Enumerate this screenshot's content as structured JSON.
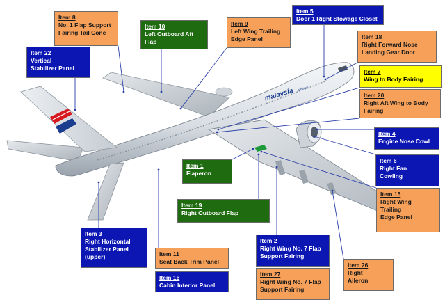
{
  "airline_logo": {
    "text": "malaysia",
    "subtitle": "airlines"
  },
  "colors": {
    "blue": "#0b16b3",
    "green": "#1e6b10",
    "orange": "#f6a05a",
    "yellow": "#ffff00",
    "leader": "#2a3fa8"
  },
  "items": [
    {
      "id": "Item 8",
      "desc": "No. 1 Flap Support\nFairing  Tail Cone",
      "color": "orange"
    },
    {
      "id": "Item 10",
      "desc": "Left Outboard Aft\nFlap",
      "color": "green"
    },
    {
      "id": "Item 9",
      "desc": "Left Wing  Trailing\nEdge Panel",
      "color": "orange"
    },
    {
      "id": "Item 5",
      "desc": "Door 1 Right Stowage Closet",
      "color": "blue"
    },
    {
      "id": "Item 22",
      "desc": "Vertical\nStabilizer Panel",
      "color": "blue"
    },
    {
      "id": "Item 18",
      "desc": "Right Forward Nose\nLanding Gear Door",
      "color": "orange"
    },
    {
      "id": "Item 7",
      "desc": "Wing to Body Fairing",
      "color": "yellow"
    },
    {
      "id": "Item 20",
      "desc": "Right Aft Wing to Body\nFairing",
      "color": "orange"
    },
    {
      "id": "Item 4",
      "desc": "Engine Nose Cowl",
      "color": "blue"
    },
    {
      "id": "Item 1",
      "desc": "Flaperon",
      "color": "green"
    },
    {
      "id": "Item 6",
      "desc": "Right Fan\nCowling",
      "color": "blue"
    },
    {
      "id": "Item 15",
      "desc": "Right Wing\nTrailing\nEdge Panel",
      "color": "orange"
    },
    {
      "id": "Item 19",
      "desc": "Right Outboard  Flap",
      "color": "green"
    },
    {
      "id": "Item 3",
      "desc": "Right Horizontal\nStabilizer Panel\n(upper)",
      "color": "blue"
    },
    {
      "id": "Item 11",
      "desc": "Seat Back Trim Panel",
      "color": "orange"
    },
    {
      "id": "Item 16",
      "desc": "Cabin Interior Panel",
      "color": "blue"
    },
    {
      "id": "Item 2",
      "desc": "Right Wing No. 7 Flap\nSupport Fairing",
      "color": "blue"
    },
    {
      "id": "Item 27",
      "desc": "Right Wing No. 7 Flap\nSupport Fairing",
      "color": "orange"
    },
    {
      "id": "Item 26",
      "desc": "Right\nAileron",
      "color": "orange"
    }
  ]
}
